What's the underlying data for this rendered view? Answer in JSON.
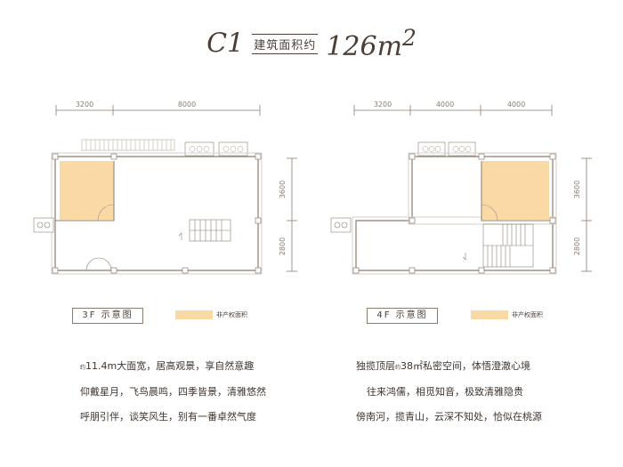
{
  "title": {
    "code": "C1",
    "label": "建筑面积约",
    "area": "126m",
    "area_sup": "2"
  },
  "colors": {
    "line": "#8a7d70",
    "wall": "#d8cfc6",
    "fill_nonproperty": "#fbd9a4"
  },
  "plan_3f": {
    "top_dims": [
      "3200",
      "8000"
    ],
    "side_dims": [
      "3600",
      "2800"
    ],
    "caption": "3F 示意图",
    "legend_label": "非产权面积"
  },
  "plan_4f": {
    "top_dims": [
      "3200",
      "4000",
      "4000"
    ],
    "side_dims": [
      "3600",
      "2800"
    ],
    "caption": "4F 示意图",
    "legend_label": "非产权面积"
  },
  "desc_left": {
    "l1_prefix": "约",
    "l1_rest": "11.4m大面宽，居高观景，享自然意趣",
    "l2": "仰戴星月，飞鸟晨鸣，四季皆景，清雅悠然",
    "l3": "呼朋引伴，谈笑风生，别有一番卓然气度"
  },
  "desc_right": {
    "l1_a": "独揽顶层",
    "l1_b": "约",
    "l1_c": "38㎡私密空间，体悟澄澈心境",
    "l2": "往来鸿儒，相觅知音，极致清雅隐贵",
    "l3": "傍南河，揽青山，云深不知处，恰似在桃源"
  }
}
